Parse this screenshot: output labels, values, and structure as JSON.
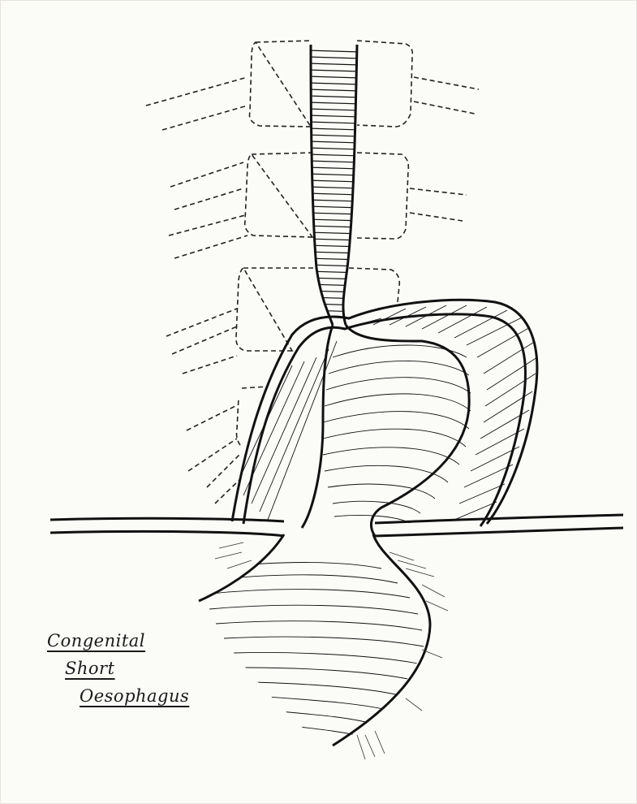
{
  "caption": {
    "line1": "Congenital",
    "line2": "Short",
    "line3": "Oesophagus"
  },
  "colors": {
    "ink": "#111111",
    "paper": "#fbfbf8"
  },
  "elements": [
    "vertebrae",
    "oesophagus",
    "stomach",
    "diaphragm"
  ]
}
